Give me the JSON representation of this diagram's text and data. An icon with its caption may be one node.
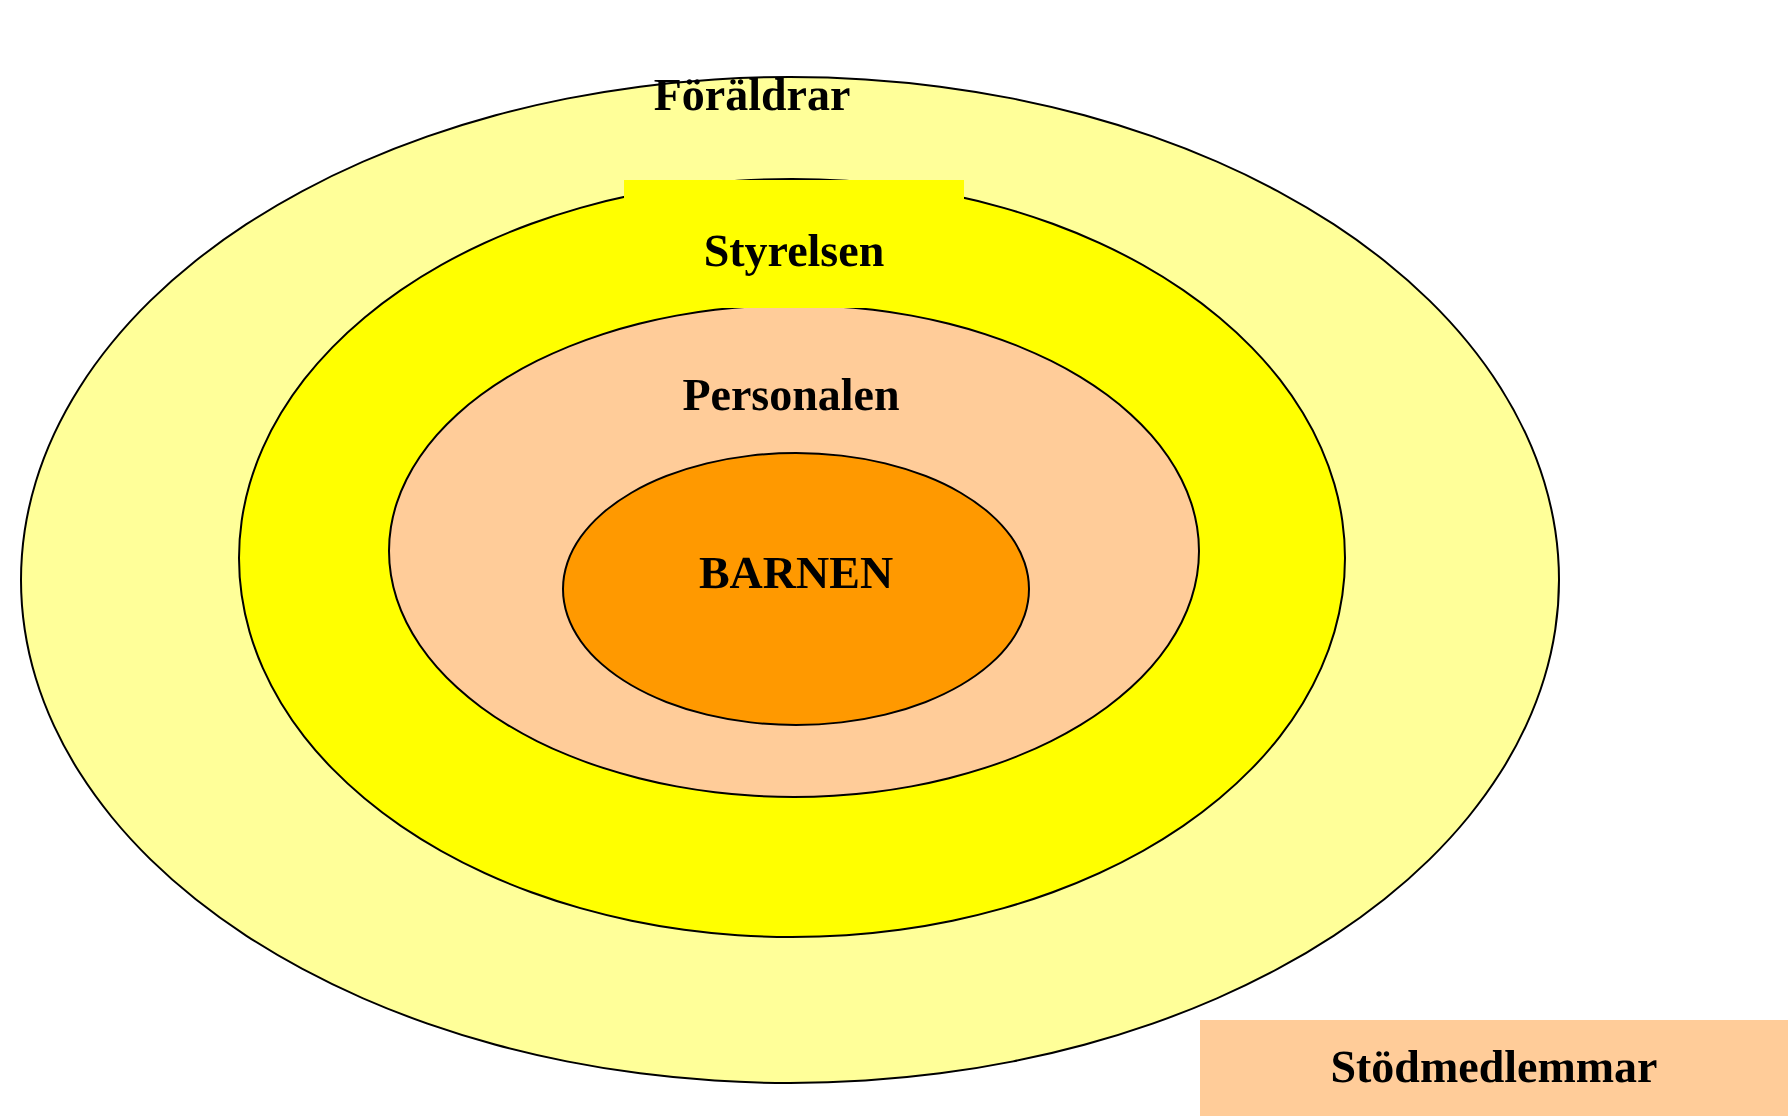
{
  "diagram": {
    "nodes": [
      {
        "text": [
          "Föräldrar"
        ]
      },
      {
        "text": [
          "Styrelsen"
        ],
        "in": 0
      },
      {
        "text": [
          "Personalen"
        ],
        "in": 1
      },
      {
        "text": [
          "BARNEN"
        ],
        "in": 2
      },
      {
        "text": [
          "Stödmedlemmar"
        ]
      }
    ]
  }
}
